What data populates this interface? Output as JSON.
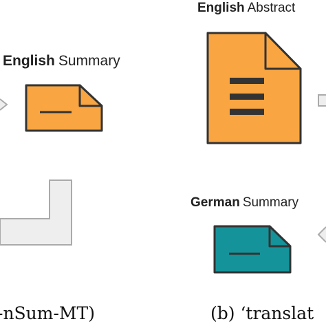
{
  "labels": {
    "english_abstract": {
      "bold": "English",
      "rest": "Abstract"
    },
    "english_summary": {
      "bold": "English",
      "rest": "Summary"
    },
    "german_summary": {
      "bold": "German",
      "rest": "Summary"
    }
  },
  "captions": {
    "left": "-nSum-MT)",
    "right": "(b) ‘translat"
  },
  "colors": {
    "english_doc_fill": "#f9a541",
    "german_doc_fill": "#15939a",
    "doc_stroke": "#333333",
    "arrow_fill": "#eeeeee",
    "arrow_stroke": "#aaaaaa",
    "text": "#222222"
  },
  "icons": {
    "english_abstract_doc": "document-icon",
    "english_summary_doc": "document-icon",
    "german_summary_doc": "document-icon",
    "arrows": "arrow-icon"
  }
}
